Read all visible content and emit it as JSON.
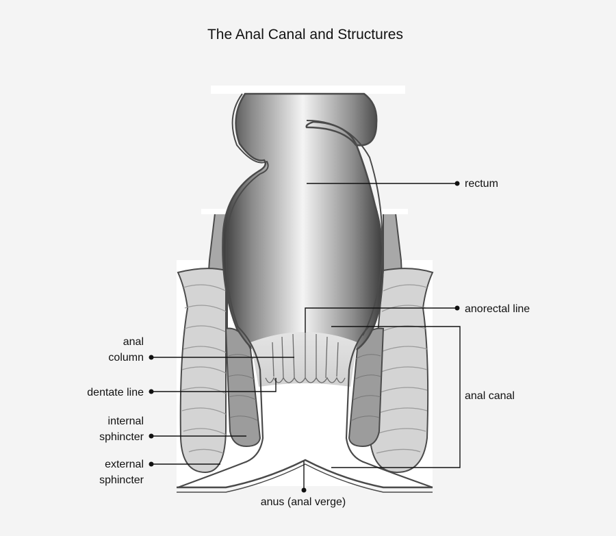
{
  "title": "The Anal Canal and Structures",
  "labels": {
    "rectum": "rectum",
    "anorectal_line": "anorectal line",
    "anal_canal": "anal canal",
    "anal_column_1": "anal",
    "anal_column_2": "column",
    "dentate_line": "dentate line",
    "internal_sphincter_1": "internal",
    "internal_sphincter_2": "sphincter",
    "external_sphincter_1": "external",
    "external_sphincter_2": "sphincter",
    "anus": "anus (anal verge)"
  },
  "colors": {
    "background": "#f4f4f4",
    "outline": "#4a4a4a",
    "external_sphincter": "#d4d4d4",
    "internal_sphincter": "#9c9c9c",
    "muscle_layer": "#a8a8a8",
    "leader_line": "#111111"
  }
}
